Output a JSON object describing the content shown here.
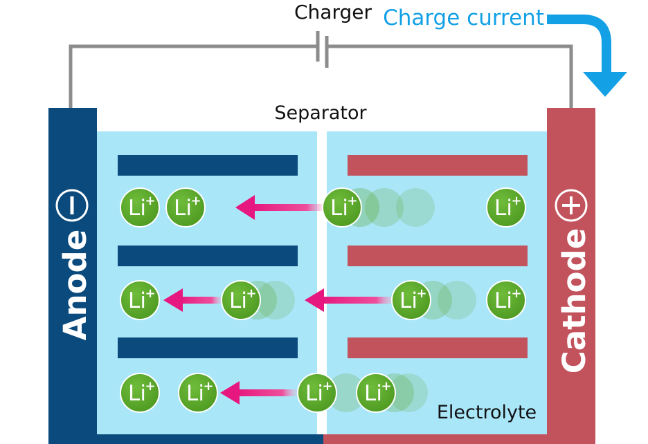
{
  "labels": {
    "charger": "Charger",
    "charge_current": "Charge current",
    "separator": "Separator",
    "anode": "Anode",
    "cathode": "Cathode",
    "electrolyte": "Electrolyte",
    "ion": "Li",
    "ion_charge": "+"
  },
  "colors": {
    "anode": "#0b4a7c",
    "cathode": "#c2525c",
    "electrolyte": "#a9e6f8",
    "wire": "#8c8c8c",
    "ion": "#5aa52a",
    "arrow": "#e6177e",
    "current_arrow": "#13a0e5"
  },
  "icons": {
    "anode_terminal": "minus-circle-icon",
    "cathode_terminal": "plus-circle-icon"
  }
}
